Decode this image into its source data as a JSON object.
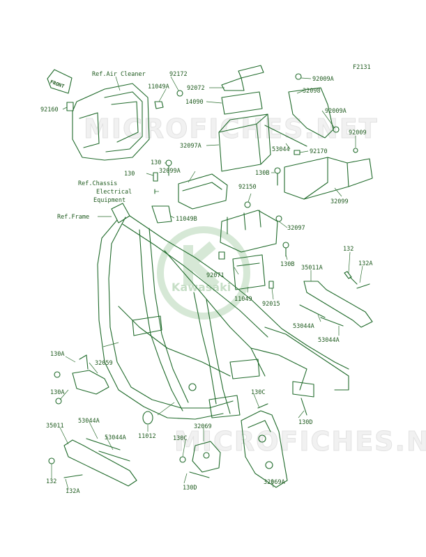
{
  "figure_code": "F2131",
  "front_label": "FRONT",
  "watermark_text": "MICROFICHES.NET",
  "logo_text": "Kawasaki",
  "labels": {
    "ref_air_cleaner": "Ref.Air Cleaner",
    "ref_chassis": "Ref.Chassis",
    "electrical": "Electrical",
    "equipment": "Equipment",
    "ref_frame": "Ref.Frame",
    "p92172": "92172",
    "p11049a": "11049A",
    "p92160": "92160",
    "p92072": "92072",
    "p14090": "14090",
    "p32097a": "32097A",
    "p130_top": "130",
    "p130_mid": "130",
    "p32099a": "32099A",
    "p11049b": "11049B",
    "p92009a_1": "92009A",
    "p32098": "32098",
    "p92009a_2": "92009A",
    "p92009": "92009",
    "p53044": "53044",
    "p92170": "92170",
    "p130b_top": "130B",
    "p32099": "32099",
    "p92150": "92150",
    "p32097": "32097",
    "p130b": "130B",
    "p92071": "92071",
    "p11049": "11049",
    "p92015": "92015",
    "p132_r": "132",
    "p132a_r": "132A",
    "p35011a": "35011A",
    "p53044a_r1": "53044A",
    "p53044a_r2": "53044A",
    "p130a_1": "130A",
    "p32059": "32059",
    "p130a_2": "130A",
    "p11012": "11012",
    "p130c_r": "130C",
    "p130d_r": "130D",
    "p35011": "35011",
    "p53044a_l1": "53044A",
    "p53044a_l2": "53044A",
    "p130c_l": "130C",
    "p32069": "32069",
    "p132_l": "132",
    "p132a_l": "132A",
    "p130d_l": "130D",
    "p32069a": "32069A"
  },
  "colors": {
    "line": "#1f6a2a",
    "text": "#1e5a1e",
    "background": "#ffffff",
    "watermark": "#e2e2e2"
  }
}
